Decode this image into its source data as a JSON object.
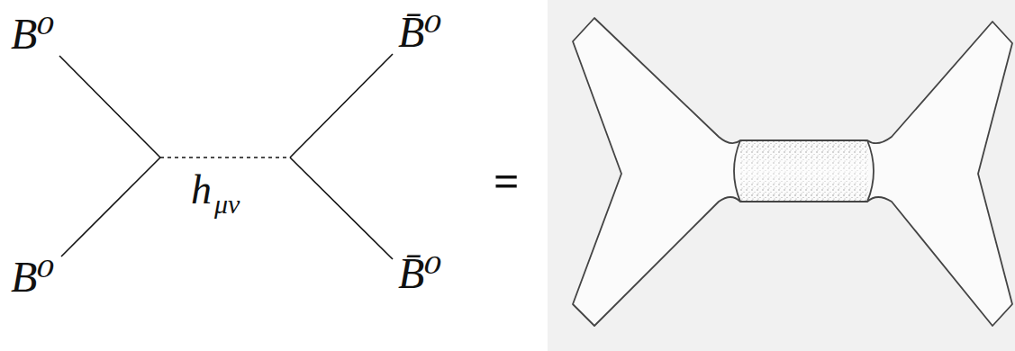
{
  "diagram": {
    "labels": [
      "B⁰",
      "B̄⁰",
      "h",
      "μν",
      "=",
      "B⁰",
      "B̄⁰"
    ]
  }
}
